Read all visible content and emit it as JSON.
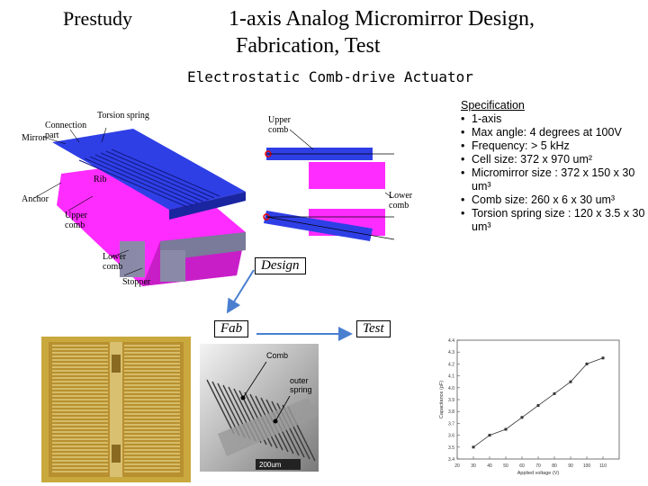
{
  "header": {
    "prestudy": "Prestudy",
    "title_line1": "1-axis Analog Micromirror Design,",
    "title_line2": "Fabrication, Test",
    "subtitle": "Electrostatic Comb-drive Actuator"
  },
  "spec": {
    "heading": "Specification",
    "items": [
      "1-axis",
      "Max angle: 4 degrees at 100V",
      "Frequency: > 5 kHz",
      "Cell size: 372 x 970 um²",
      "Micromirror size : 372 x 150 x 30 um³",
      "Comb size: 260 x 6 x 30 um³",
      "Torsion spring size : 120 x 3.5 x 30 um³"
    ]
  },
  "diagram_labels": {
    "torsion_spring": "Torsion spring",
    "connection_part": "Connection part",
    "mirror": "Mirror",
    "rib": "Rib",
    "anchor": "Anchor",
    "upper_comb": "Upper comb",
    "lower_comb": "Lower comb",
    "stopper": "Stopper",
    "upper_comb_right": "Upper comb",
    "lower_comb_right": "Lower comb"
  },
  "flow": {
    "design": "Design",
    "fab": "Fab",
    "test": "Test"
  },
  "sem": {
    "comb": "Comb",
    "outer_spring": "outer spring",
    "scale": "200um"
  },
  "colors": {
    "blue": "#2f3fe6",
    "magenta": "#ff2cff",
    "gold": "#c9a83e",
    "line_point": "#333333"
  },
  "chart_data": {
    "type": "line",
    "x": [
      30,
      40,
      50,
      60,
      70,
      80,
      90,
      100,
      110
    ],
    "y": [
      3.5,
      3.6,
      3.65,
      3.75,
      3.85,
      3.95,
      4.05,
      4.2,
      4.25
    ],
    "xlabel": "Applied voltage (V)",
    "ylabel": "Capacitance (pF)",
    "xlim": [
      20,
      120
    ],
    "ylim": [
      3.4,
      4.4
    ],
    "xticks": [
      "20",
      "30",
      "40",
      "50",
      "60",
      "70",
      "80",
      "90",
      "100",
      "110"
    ],
    "yticks": [
      "3.4",
      "3.5",
      "3.6",
      "3.7",
      "3.8",
      "3.9",
      "4.0",
      "4.1",
      "4.2",
      "4.3",
      "4.4"
    ],
    "grid": false
  }
}
